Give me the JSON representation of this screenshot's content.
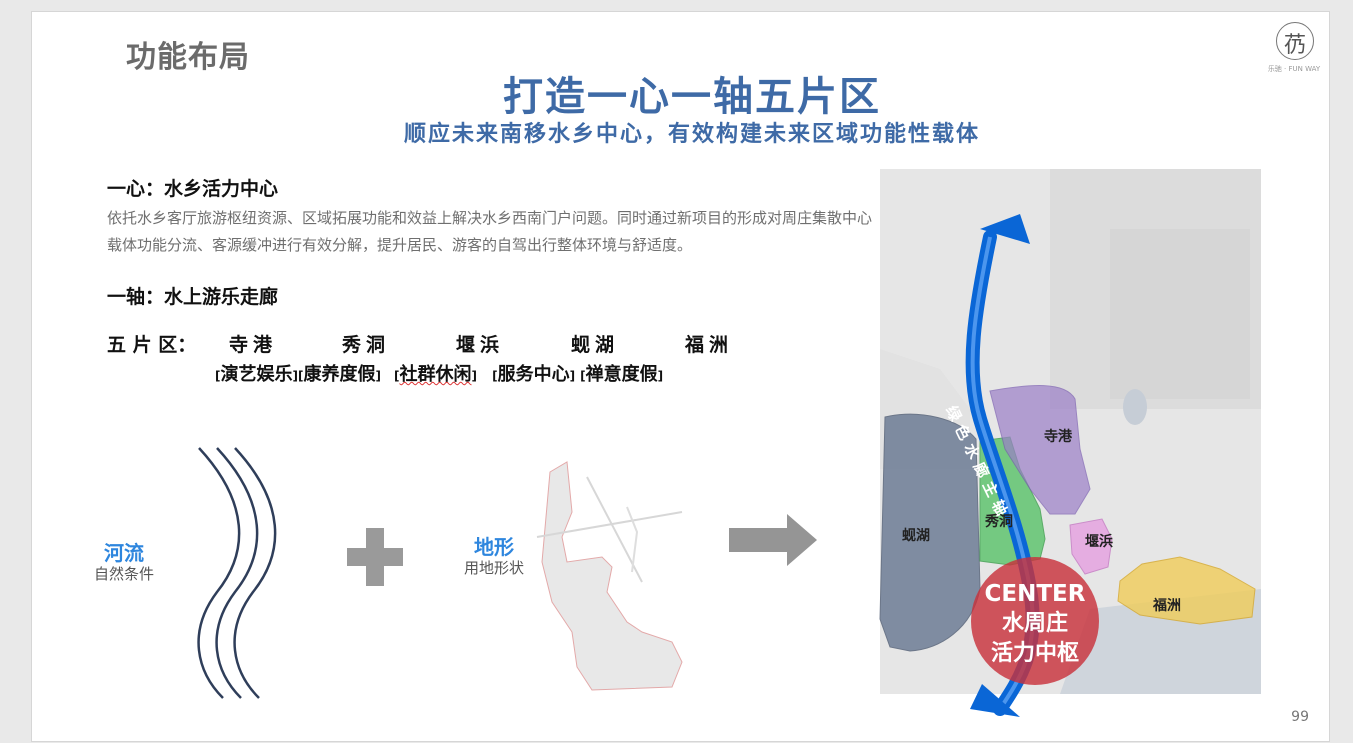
{
  "header": {
    "section_label": "功能布局",
    "title": "打造一心一轴五片区",
    "subtitle": "顺应未来南移水乡中心，有效构建未来区域功能性载体",
    "logo_caption": "乐驰 · FUN WAY"
  },
  "content": {
    "heart_heading": "一心：水乡活力中心",
    "heart_body": "依托水乡客厅旅游枢纽资源、区域拓展功能和效益上解决水乡西南门户问题。同时通过新项目的形成对周庄集散中心载体功能分流、客源缓冲进行有效分解，提升居民、游客的自驾出行整体环境与舒适度。",
    "axis_heading": "一轴：水上游乐走廊",
    "zones_label": "五 片 区：",
    "zones": [
      {
        "name": "寺港",
        "function": "演艺娱乐"
      },
      {
        "name": "秀洞",
        "function": "康养度假"
      },
      {
        "name": "堰浜",
        "function": "社群休闲"
      },
      {
        "name": "蚬湖",
        "function": "服务中心"
      },
      {
        "name": "福洲",
        "function": "禅意度假"
      }
    ]
  },
  "diagram": {
    "river_label": "河流",
    "river_sub": "自然条件",
    "terrain_label": "地形",
    "terrain_sub": "用地形状"
  },
  "map": {
    "axis_label": "绿色水廊主轴",
    "labels": {
      "sigang": "寺港",
      "xiudong": "秀洞",
      "yanbang": "堰浜",
      "xianhu": "蚬湖",
      "fuzhou": "福洲"
    },
    "center_line1": "CENTER",
    "center_line2": "水周庄",
    "center_line3": "活力中枢"
  },
  "footer": {
    "page_number": "99"
  },
  "colors": {
    "title_blue": "#3e6aa6",
    "accent_blue": "#2e86de",
    "axis_blue": "#0a66d6",
    "sigang_purple": "#9b7fc8",
    "xiudong_green": "#58c268",
    "yanbang_pink": "#e59be0",
    "xianhu_navy": "#5d6e8a",
    "fuzhou_yellow": "#f0cd5a",
    "center_red": "#c8323c"
  }
}
